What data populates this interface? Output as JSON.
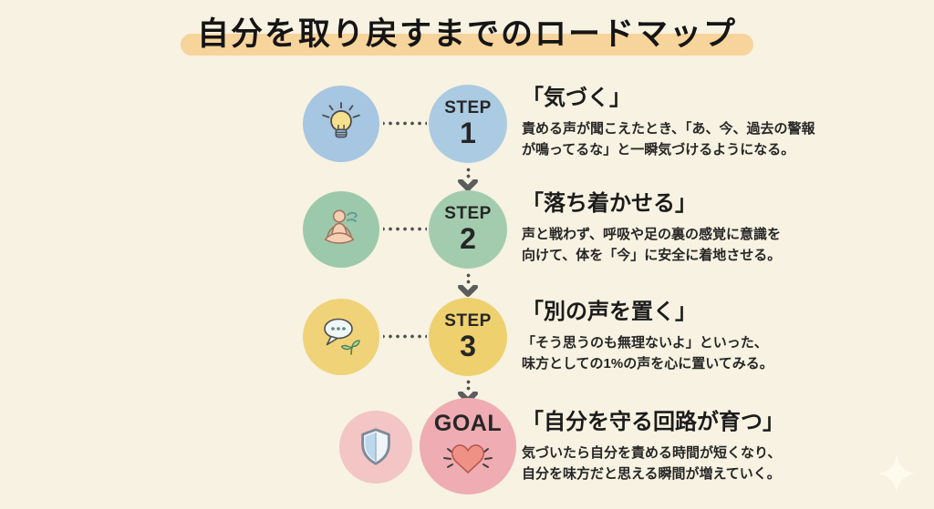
{
  "title": "自分を取り戻すまでのロードマップ",
  "colors": {
    "background": "#f7f2e1",
    "title_highlight": "#f6d49b",
    "step1_circle": "#a6c6e1",
    "step2_circle": "#9cc9ab",
    "step3_circle": "#f0d378",
    "goal_circle": "#efacb2",
    "shield_circle": "#f3c5c5",
    "connector_dots": "#4f4f4f",
    "text": "#1f1f1f"
  },
  "steps": [
    {
      "icon": "lightbulb-icon",
      "badge_label": "STEP",
      "badge_number": "1",
      "heading": "「気づく」",
      "desc_line1": "責める声が聞こえたとき、「あ、今、過去の警報",
      "desc_line2": "が鳴ってるな」と一瞬気づけるようになる。"
    },
    {
      "icon": "meditation-icon",
      "badge_label": "STEP",
      "badge_number": "2",
      "heading": "「落ち着かせる」",
      "desc_line1": "声と戦わず、呼吸や足の裏の感覚に意識を",
      "desc_line2": "向けて、体を「今」に安全に着地させる。"
    },
    {
      "icon": "speech-bubble-icon",
      "badge_label": "STEP",
      "badge_number": "3",
      "heading": "「別の声を置く」",
      "desc_line1": "「そう思うのも無理ないよ」といった、",
      "desc_line2": "味方としての1%の声を心に置いてみる。"
    }
  ],
  "goal": {
    "icon": "shield-icon",
    "badge_label": "GOAL",
    "heading": "「自分を守る回路が育つ」",
    "desc_line1": "気づいたら自分を責める時間が短くなり、",
    "desc_line2": "自分を味方だと思える瞬間が増えていく。"
  }
}
